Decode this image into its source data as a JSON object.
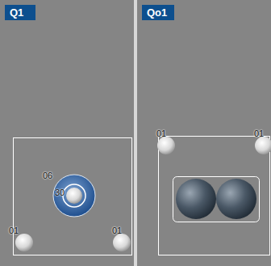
{
  "diagram": {
    "nodes": [
      {
        "text": [
          "Q1"
        ]
      },
      {
        "text": [
          "Qo1"
        ]
      }
    ],
    "labels": [
      "06",
      "30",
      "01",
      "01",
      "01",
      "01"
    ]
  }
}
